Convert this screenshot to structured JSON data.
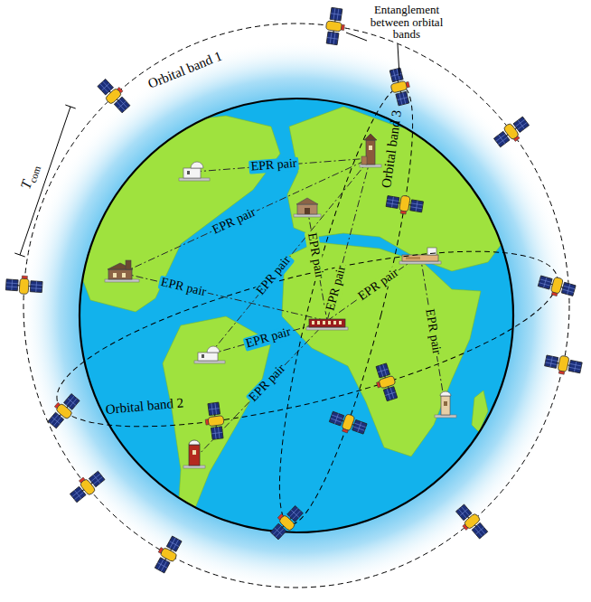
{
  "diagram": {
    "labels": [
      "Entanglement between orbital bands",
      "Orbital band 1",
      "T",
      "com",
      "Orbital band 3",
      "Orbital band 2",
      "EPR pair",
      "EPR pair",
      "EPR pair",
      "EPR pair",
      "EPR pair",
      "EPR pair",
      "EPR pair",
      "EPR pair",
      "EPR pair",
      "EPR pair"
    ]
  }
}
